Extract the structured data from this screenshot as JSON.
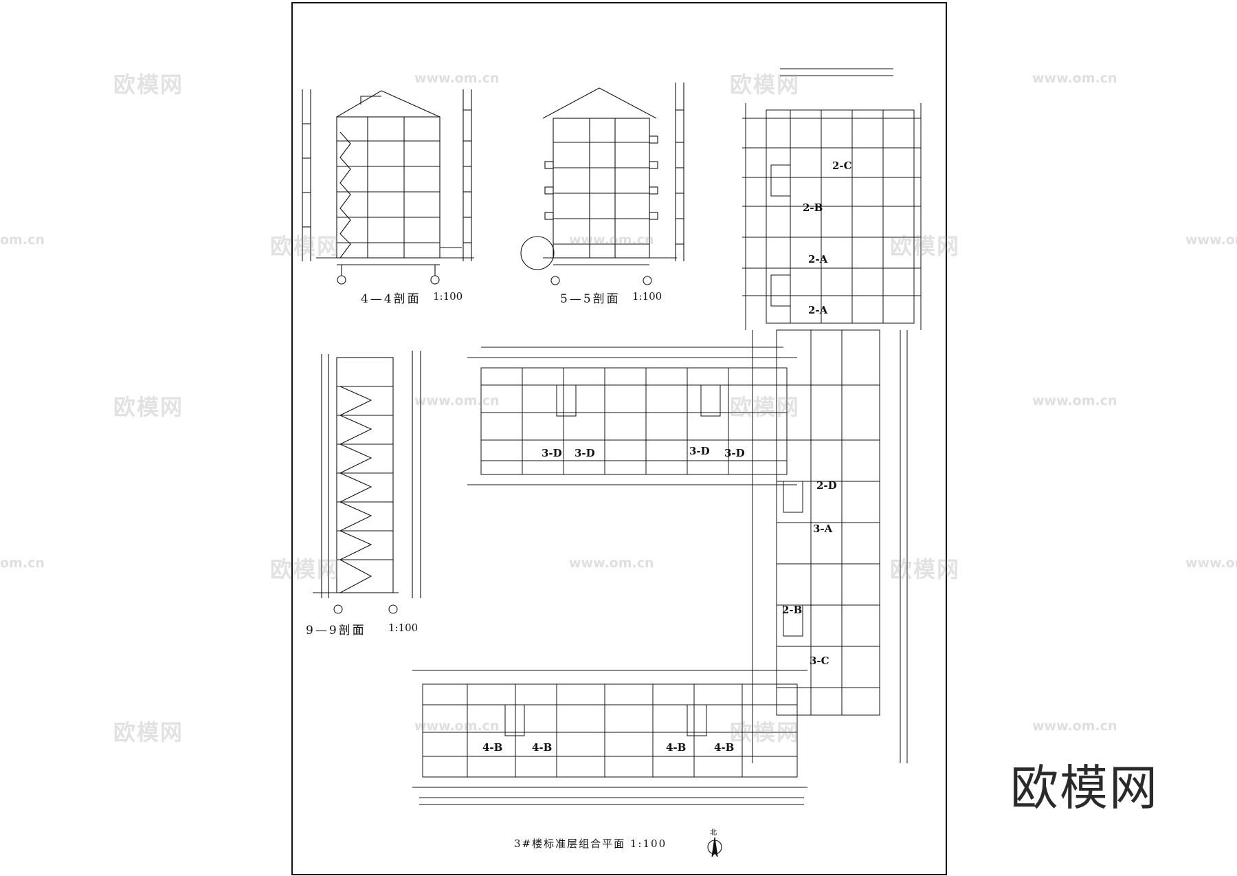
{
  "sections": {
    "s44": "4—4剖面",
    "s44_scale": "1:100",
    "s55": "5—5剖面",
    "s55_scale": "1:100",
    "s99": "9—9剖面",
    "s99_scale": "1:100"
  },
  "plan": {
    "title": "3#楼标准层组合平面 1:100",
    "north": "北"
  },
  "units": {
    "u2C": "2-C",
    "u2B_top": "2-B",
    "u2A_1": "2-A",
    "u2A_2": "2-A",
    "u3D_1": "3-D",
    "u3D_2": "3-D",
    "u3D_3": "3-D",
    "u3D_4": "3-D",
    "u2D": "2-D",
    "u3A": "3-A",
    "u2B_mid": "2-B",
    "u3C": "3-C",
    "u4B_1": "4-B",
    "u4B_2": "4-B",
    "u4B_3": "4-B",
    "u4B_4": "4-B"
  },
  "watermark": {
    "brand_small": "欧模网",
    "url": "www.om.cn",
    "url_partial": "om.cn",
    "brand_large": "欧模网"
  }
}
